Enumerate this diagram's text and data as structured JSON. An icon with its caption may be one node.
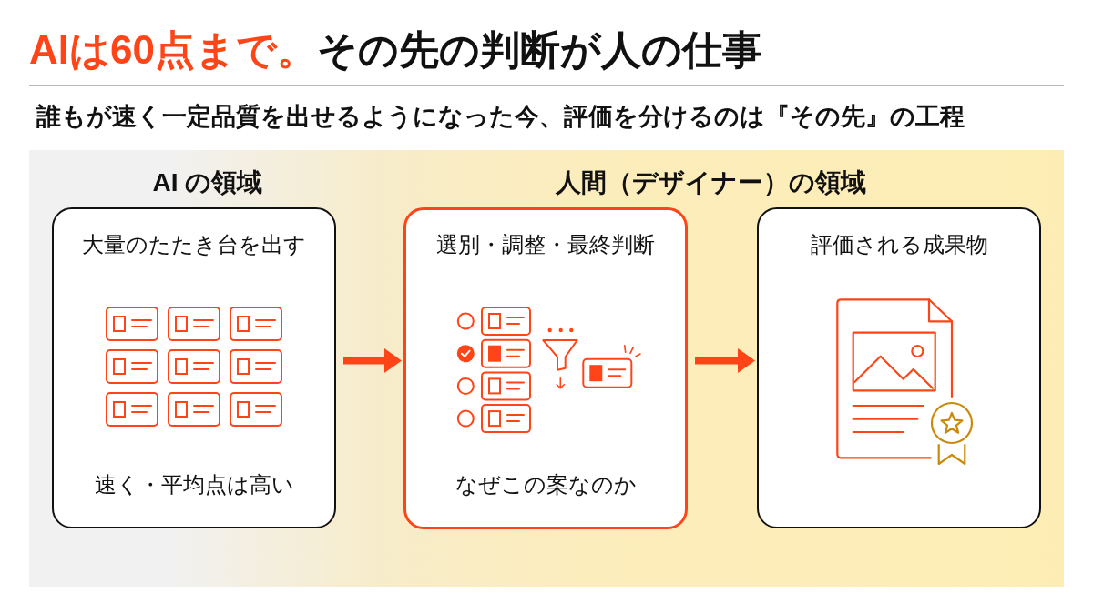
{
  "diagram": {
    "title": "**AIは60点まで。**その先の判断が人の仕事",
    "nodes": [
      {
        "text": [
          "AI の領域"
        ]
      },
      {
        "text": [
          "人間（デザイナー）の領域"
        ]
      },
      {
        "text": [
          "大量のたたき台を出す",
          "速く・平均点は高い"
        ],
        "in": 0
      },
      {
        "text": [
          "選別・調整・最終判断",
          "なぜこの案なのか"
        ],
        "in": 1
      },
      {
        "text": [
          "評価される成果物"
        ],
        "in": 1
      }
    ],
    "edges": [
      {
        "from": 2,
        "to": 3,
        "arrow": "to"
      },
      {
        "from": 3,
        "to": 4,
        "arrow": "to"
      }
    ],
    "labels": [
      "誰もが速く一定品質を出せるようになった今、評価を分けるのは『その先』の工程"
    ]
  }
}
